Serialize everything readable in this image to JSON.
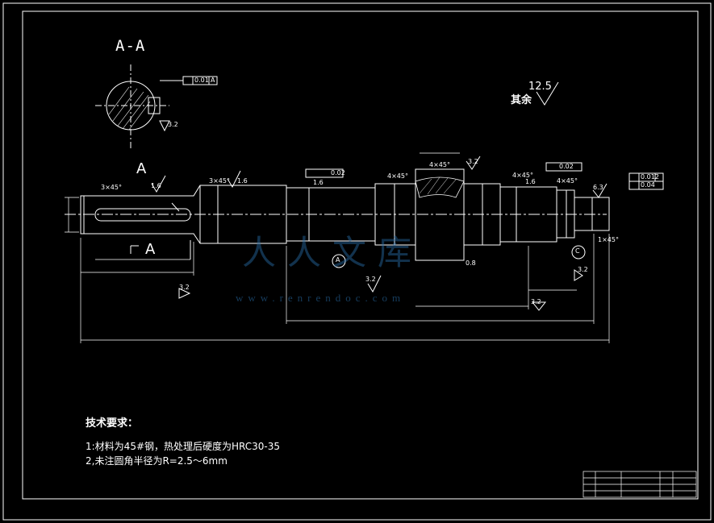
{
  "section": {
    "title": "A-A",
    "tol_value": "0.01",
    "tol_datum": "A",
    "roughness": "3.2"
  },
  "views": {
    "view_label": "A",
    "cut_label": "A"
  },
  "roughness_rest": {
    "label": "其余",
    "value": "12.5"
  },
  "callouts": {
    "chamfer_3": "3×45°",
    "chamfer_4": "4×45°",
    "chamfer_1": "1×45°",
    "rough_16": "1.6",
    "rough_32": "3.2",
    "rough_63": "6.3",
    "rough_08": "0.8",
    "tol_002": "0.02",
    "tol_0012": "0.012",
    "tol_004": "0.04",
    "datum_a": "A",
    "datum_c": "C"
  },
  "requirements": {
    "title": "技术要求：",
    "item1": "1:材料为45#钢，热处理后硬度为HRC30-35",
    "item2": "2,未注圆角半径为R=2.5～6mm"
  },
  "watermark": {
    "text": "www.renrendoc.com",
    "cn": "人人文库"
  },
  "colors": {
    "line": "#ffffff",
    "watermark": "#2a6eaa",
    "background": "#000000"
  }
}
